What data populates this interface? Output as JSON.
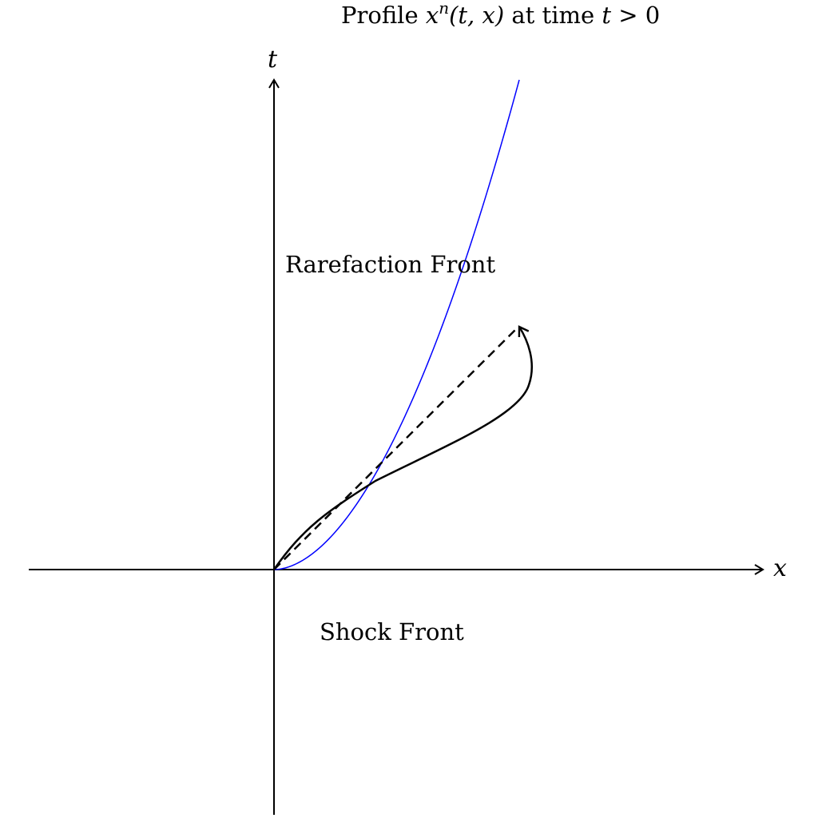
{
  "title": {
    "prefix": "Profile ",
    "func": "x",
    "sup": "n",
    "args": "(t, x)",
    "middle": " at time ",
    "var": "t",
    "cond": " > 0"
  },
  "axes": {
    "x_label": "x",
    "t_label": "t"
  },
  "labels": {
    "rarefaction": "Rarefaction Front",
    "shock": "Shock Front"
  },
  "colors": {
    "curve": "#0000ff",
    "axes": "#000000",
    "path": "#000000"
  }
}
